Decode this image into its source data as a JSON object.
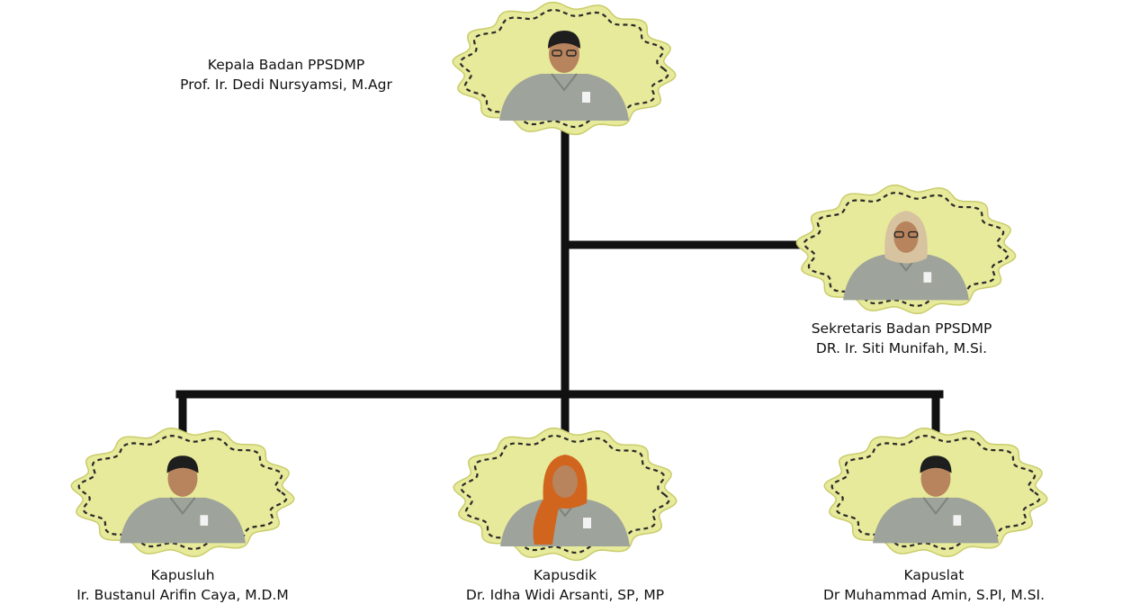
{
  "colors": {
    "connector": "#111111",
    "badge_fill": "#e7ea9a",
    "badge_outline": "#c9cc6a",
    "badge_stitch": "#2a2a2a",
    "uniform": "#9ea39b",
    "skin": "#b7845e",
    "hair": "#1e1e1e",
    "hijab_tan": "#d8c3a0",
    "hijab_orange": "#d2651d"
  },
  "nodes": [
    {
      "id": "kepala",
      "role": "Kepala Badan PPSDMP",
      "name": "Prof. Ir. Dedi Nursyamsi, M.Agr",
      "photo_icon": "official-portrait-icon"
    },
    {
      "id": "sekretaris",
      "role": "Sekretaris Badan PPSDMP",
      "name": "DR. Ir. Siti Munifah, M.Si.",
      "photo_icon": "official-portrait-icon"
    },
    {
      "id": "kapusluh",
      "role": "Kapusluh",
      "name": "Ir. Bustanul Arifin Caya, M.D.M",
      "photo_icon": "official-portrait-icon"
    },
    {
      "id": "kapusdik",
      "role": "Kapusdik",
      "name": "Dr. Idha Widi Arsanti, SP, MP",
      "photo_icon": "official-portrait-icon"
    },
    {
      "id": "kapuslat",
      "role": "Kapuslat",
      "name": "Dr Muhammad Amin, S.PI, M.SI.",
      "photo_icon": "official-portrait-icon"
    }
  ],
  "edges": [
    {
      "from": "kepala",
      "to": "sekretaris"
    },
    {
      "from": "kepala",
      "to": "kapusluh"
    },
    {
      "from": "kepala",
      "to": "kapusdik"
    },
    {
      "from": "kepala",
      "to": "kapuslat"
    }
  ]
}
